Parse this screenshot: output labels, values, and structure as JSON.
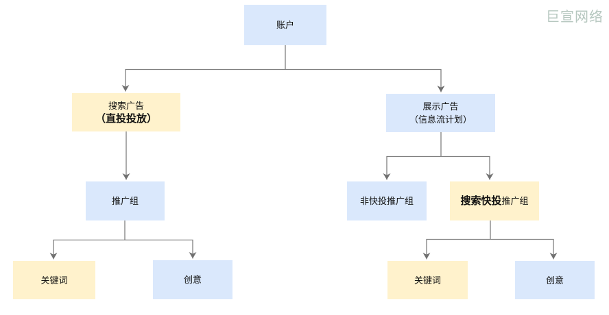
{
  "watermark": "巨宣网络",
  "colors": {
    "node_blue": "#dae8fc",
    "node_yellow": "#fff2cc",
    "connector": "#808080",
    "arrowhead": "#707070",
    "text": "#111111",
    "watermark": "#b6c7bf"
  },
  "diagram": {
    "nodes": {
      "account": {
        "label": "账户"
      },
      "search_ads": {
        "line1": "搜索广告",
        "line2": "（直投投放）"
      },
      "display_ads": {
        "line1": "展示广告",
        "line2": "（信息流计划）"
      },
      "promo_group": {
        "label": "推广组"
      },
      "non_quick_group": {
        "label": "非快投推广组"
      },
      "quick_group": {
        "bold": "搜索快投",
        "rest": "推广组"
      },
      "keywords_left": {
        "label": "关键词"
      },
      "creative_left": {
        "label": "创意"
      },
      "keywords_right": {
        "label": "关键词"
      },
      "creative_right": {
        "label": "创意"
      }
    }
  }
}
